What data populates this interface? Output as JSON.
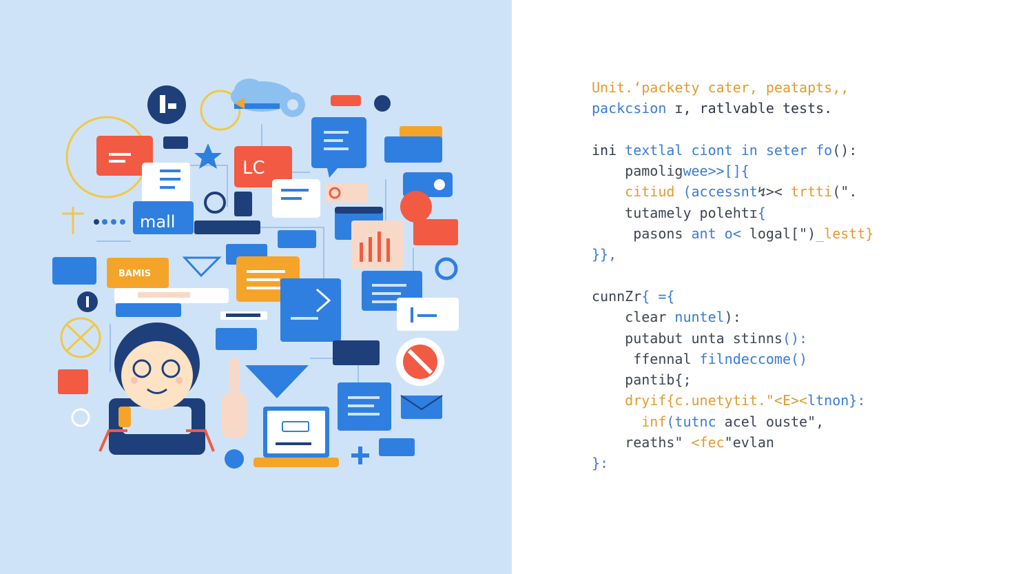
{
  "colors": {
    "left_background": "#cfe3f8",
    "right_background": "#ffffff",
    "blue": "#2f7fe0",
    "dark_blue": "#1e3f7a",
    "red": "#f25a43",
    "orange": "#f5a42a",
    "code_orange": "#e39a2d",
    "code_blue": "#3a7bd5",
    "code_dark": "#2d3748"
  },
  "illustration": {
    "ticket_label": "BAMIS",
    "bar_label": "mall",
    "doc_label": "LC"
  },
  "code": {
    "lines": [
      [
        {
          "t": "Unit.‘packety cater, peatapts,,",
          "c": "k"
        }
      ],
      [
        {
          "t": "packcsion ",
          "c": "b"
        },
        {
          "t": "ɪ, ratlvable tests.",
          "c": "n"
        }
      ],
      [],
      [
        {
          "t": "ini ",
          "c": "n"
        },
        {
          "t": "textlal ciont in seter fo",
          "c": "b"
        },
        {
          "t": "(): ",
          "c": "g"
        }
      ],
      [
        {
          "t": "    pamolig",
          "c": "g"
        },
        {
          "t": "wee>>[]{",
          "c": "b"
        }
      ],
      [
        {
          "t": "    ",
          "c": "g"
        },
        {
          "t": "citiud ",
          "c": "k"
        },
        {
          "t": "(accessnt",
          "c": "b"
        },
        {
          "t": "↯>< ",
          "c": "g"
        },
        {
          "t": "trtti",
          "c": "k"
        },
        {
          "t": "(\".",
          "c": "g"
        }
      ],
      [
        {
          "t": "    tutamely polehtɪ",
          "c": "g"
        },
        {
          "t": "{",
          "c": "b"
        }
      ],
      [
        {
          "t": "     pasons ",
          "c": "g"
        },
        {
          "t": "ant o<",
          "c": "b"
        },
        {
          "t": " logal[\")",
          "c": "g"
        },
        {
          "t": "_lestt}",
          "c": "k"
        }
      ],
      [
        {
          "t": "}},",
          "c": "b"
        }
      ],
      [],
      [
        {
          "t": "cunnZr",
          "c": "g"
        },
        {
          "t": "{ ={",
          "c": "b"
        }
      ],
      [
        {
          "t": "    clear ",
          "c": "g"
        },
        {
          "t": "nuntel",
          "c": "b"
        },
        {
          "t": "):",
          "c": "g"
        }
      ],
      [
        {
          "t": "    putabut unta stinns",
          "c": "g"
        },
        {
          "t": "():",
          "c": "b"
        }
      ],
      [
        {
          "t": "     ffennal ",
          "c": "g"
        },
        {
          "t": "filndeccome()",
          "c": "b"
        }
      ],
      [
        {
          "t": "    pantib{;",
          "c": "g"
        }
      ],
      [
        {
          "t": "    ",
          "c": "g"
        },
        {
          "t": "dryif{c.unetytit.\"<E><",
          "c": "k"
        },
        {
          "t": "ltnon}:",
          "c": "b"
        }
      ],
      [
        {
          "t": "      inf",
          "c": "k"
        },
        {
          "t": "(tutnc ",
          "c": "b"
        },
        {
          "t": "acel ouste\",",
          "c": "g"
        }
      ],
      [
        {
          "t": "    reaths\" ",
          "c": "g"
        },
        {
          "t": "<fec",
          "c": "k"
        },
        {
          "t": "\"evlan",
          "c": "g"
        }
      ],
      [
        {
          "t": "}:",
          "c": "b"
        }
      ]
    ]
  }
}
